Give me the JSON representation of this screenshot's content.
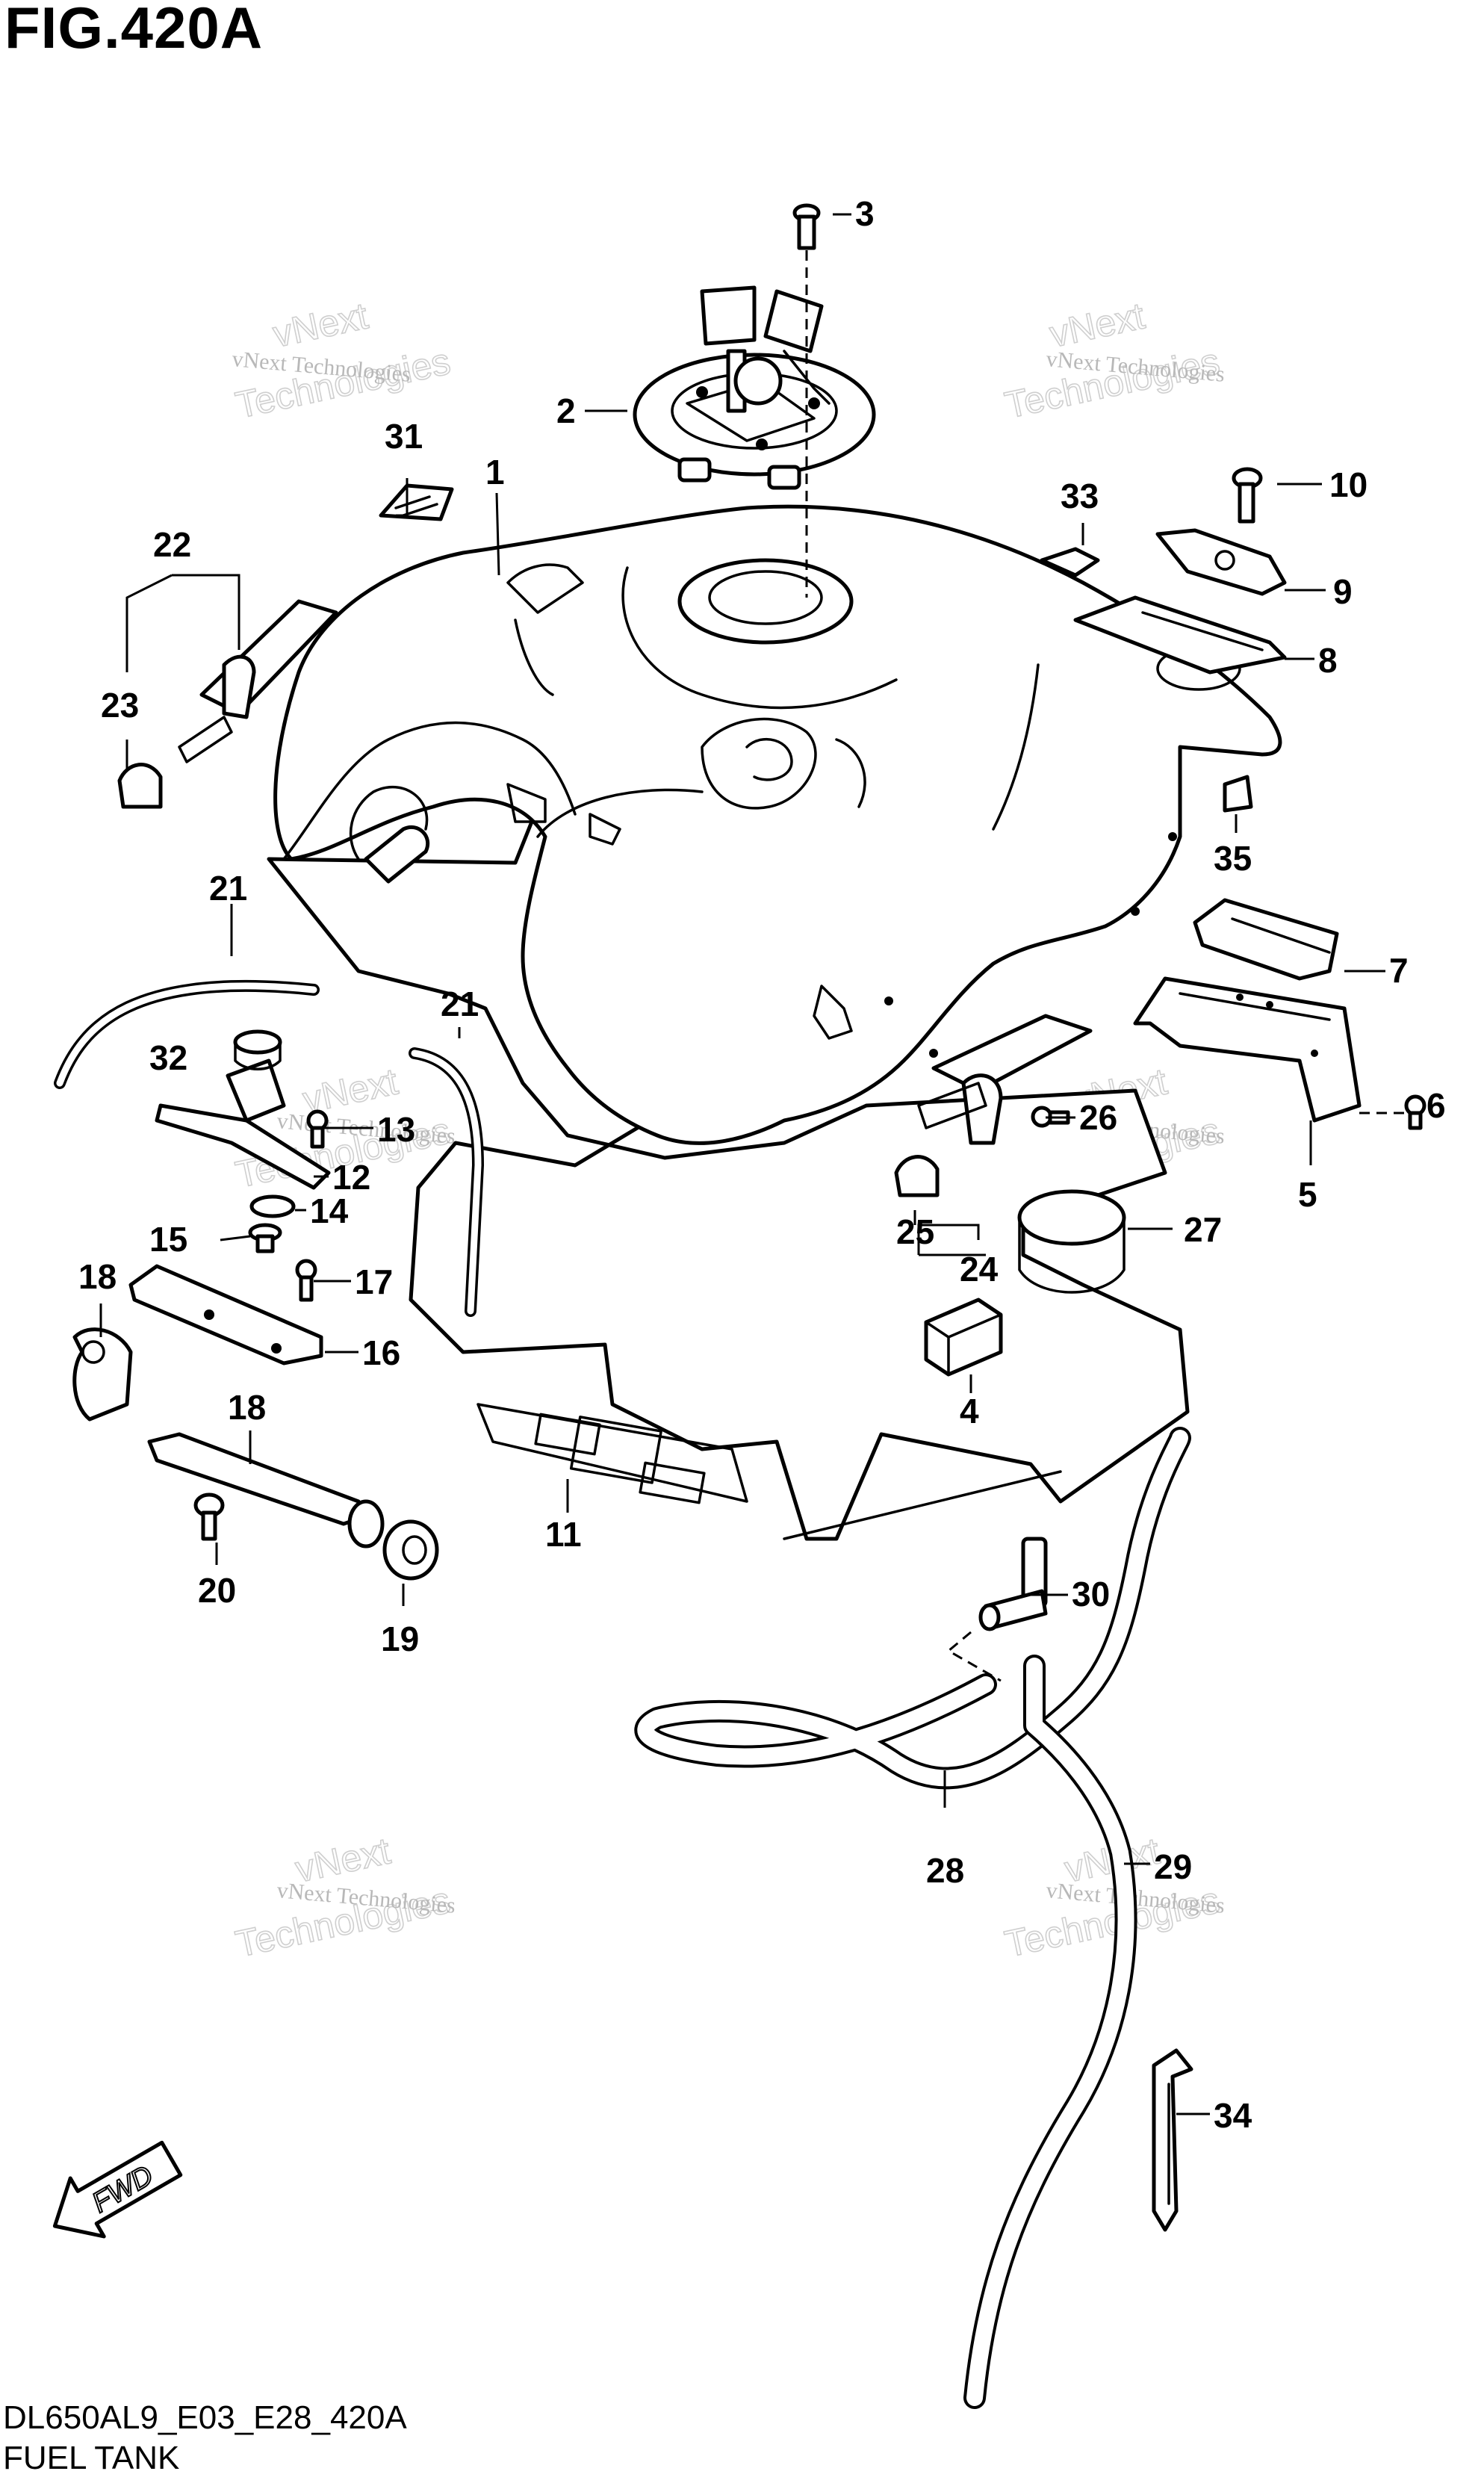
{
  "figure": {
    "title": "FIG.420A",
    "model_code": "DL650AL9_E03_E28_420A",
    "caption": "FUEL TANK"
  },
  "fwd_marker": {
    "label": "FWD"
  },
  "watermarks": [
    {
      "line1": "vNext Technologies",
      "line2": "Technologies"
    },
    {
      "line1": "vNext Technologies",
      "line2": "Technologies"
    },
    {
      "line1": "vNext Technologies",
      "line2": "Technologies"
    },
    {
      "line1": "vNext Technologies",
      "line2": "Technologies"
    },
    {
      "line1": "vNext Technologies",
      "line2": "Technologies"
    },
    {
      "line1": "vNext Technologies",
      "line2": "Technologies"
    }
  ],
  "watermark_word": "vNext",
  "callouts": [
    "1",
    "2",
    "3",
    "4",
    "5",
    "6",
    "7",
    "8",
    "9",
    "10",
    "11",
    "12",
    "13",
    "14",
    "15",
    "16",
    "17",
    "18",
    "18",
    "19",
    "20",
    "21",
    "21",
    "22",
    "23",
    "24",
    "25",
    "26",
    "27",
    "28",
    "29",
    "30",
    "31",
    "32",
    "33",
    "34",
    "35"
  ]
}
